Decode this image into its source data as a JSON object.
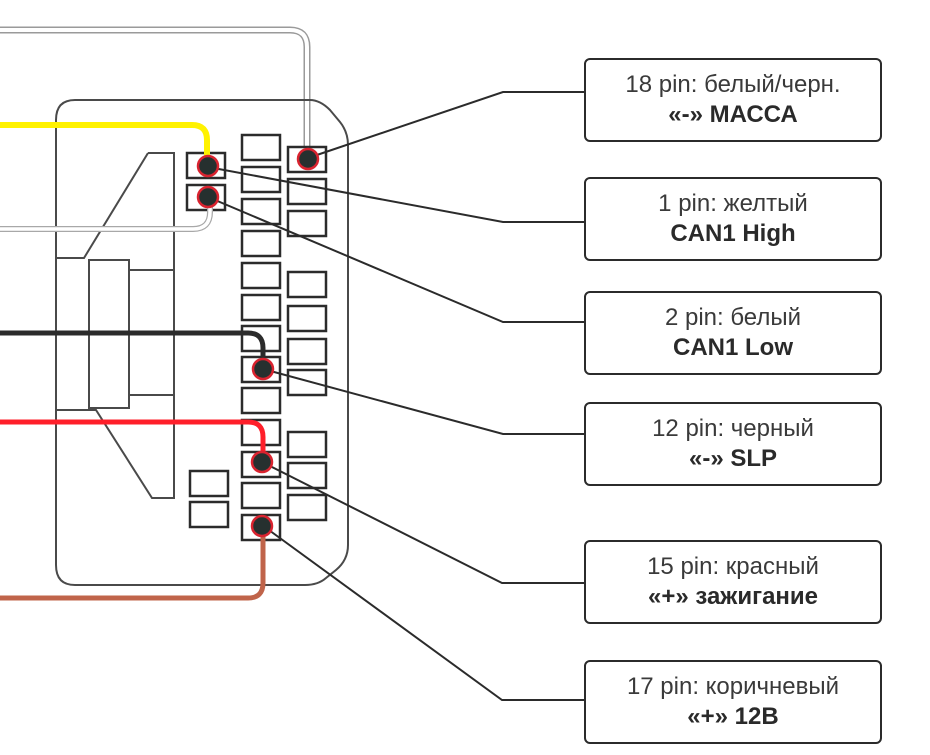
{
  "diagram": {
    "title": "OBD-II connector pinout",
    "colors": {
      "outline": "#4a4a4a",
      "leader": "#2b2b2b",
      "pin_dot": "#26302f",
      "pin_ring": "#d9232f",
      "wire_yellow": "#fff200",
      "wire_white": "#e6e6e6",
      "wire_white_outline": "#9a9a9a",
      "wire_black": "#2b2b2b",
      "wire_red": "#ff1f2a",
      "wire_brown": "#c0644a"
    },
    "labels": [
      {
        "pin": "18 pin: белый/черн.",
        "function": "«-» МАССА",
        "wire": "white-black"
      },
      {
        "pin": "1 pin: желтый",
        "function": "CAN1 High",
        "wire": "yellow"
      },
      {
        "pin": "2 pin: белый",
        "function": "CAN1 Low",
        "wire": "white"
      },
      {
        "pin": "12 pin: черный",
        "function": "«-» SLP",
        "wire": "black"
      },
      {
        "pin": "15 pin: красный",
        "function": "«+» зажигание",
        "wire": "red"
      },
      {
        "pin": "17 pin: коричневый",
        "function": "«+» 12В",
        "wire": "brown"
      }
    ]
  }
}
